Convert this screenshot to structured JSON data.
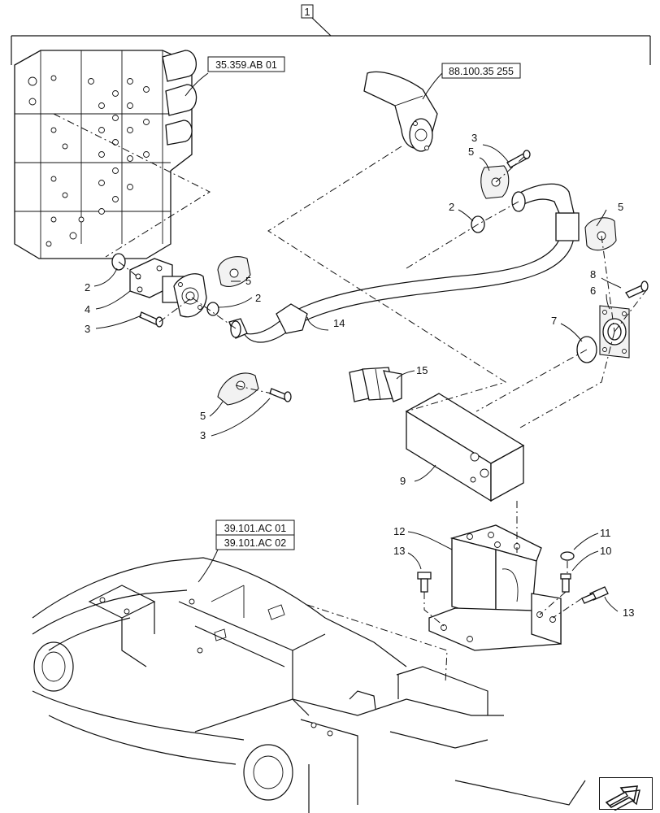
{
  "diagram": {
    "assembly_index": "1",
    "references": {
      "control_valve": "35.359.AB 01",
      "supply_pipe": "88.100.35 255",
      "frame_1": "39.101.AC 01",
      "frame_2": "39.101.AC 02"
    },
    "callouts": {
      "c2a": "2",
      "c4": "4",
      "c3a": "3",
      "c5a": "5",
      "c2b": "2",
      "c14": "14",
      "c3b": "3",
      "c5b": "5",
      "c2c": "2",
      "c5c": "5",
      "c8": "8",
      "c6": "6",
      "c7": "7",
      "c15": "15",
      "c5d": "5",
      "c3c": "3",
      "c9": "9",
      "c12": "12",
      "c11": "11",
      "c10": "10",
      "c13a": "13",
      "c13b": "13"
    },
    "nav_icon": "next-page-arrow-icon"
  }
}
